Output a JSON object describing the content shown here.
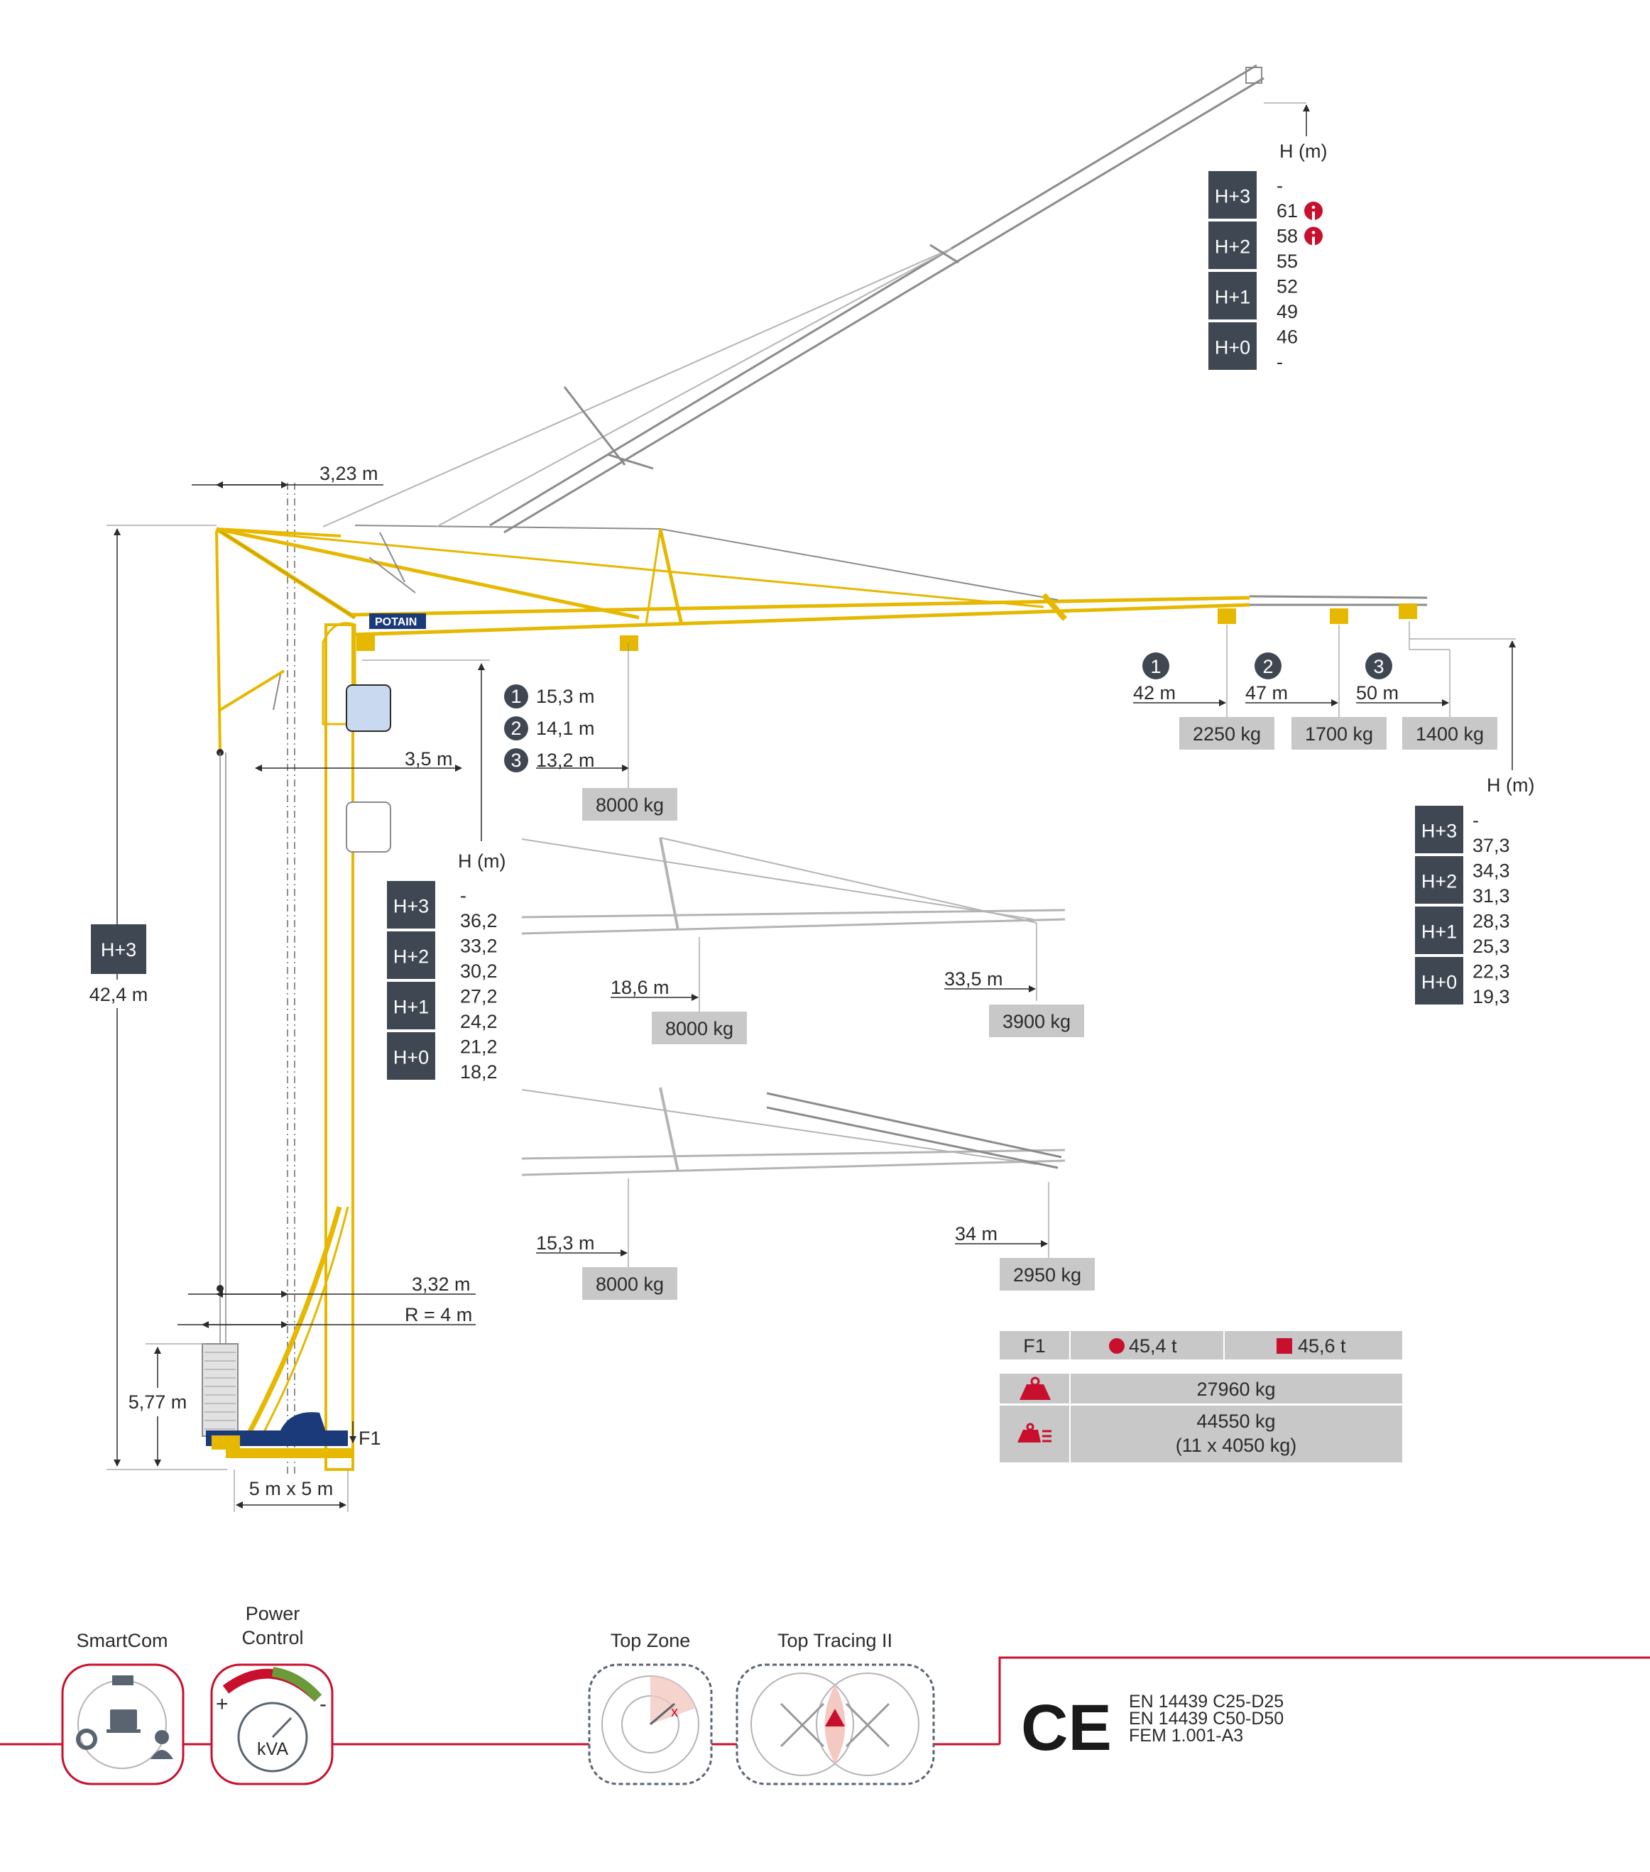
{
  "main_crane": {
    "tower_height_badge": "H+3",
    "tower_height": "42,4 m",
    "offset_top": "3,23 m",
    "cab_offset": "3,5 m",
    "base_offset": "3,32 m",
    "radius": "R = 4 m",
    "ballast_height": "5,77 m",
    "base_size": "5 m x 5 m",
    "force_label": "F1",
    "logo_text": "POTAIN"
  },
  "hook_heights_under_jib": {
    "unit": "H (m)",
    "badges": [
      "H+3",
      "H+2",
      "H+1",
      "H+0"
    ],
    "values": [
      "-",
      "36,2",
      "33,2",
      "30,2",
      "27,2",
      "24,2",
      "21,2",
      "18,2"
    ]
  },
  "luffed_jib_heights": {
    "unit": "H (m)",
    "badges": [
      "H+3",
      "H+2",
      "H+1",
      "H+0"
    ],
    "values": [
      "-",
      "61",
      "58",
      "55",
      "52",
      "49",
      "46",
      "-"
    ],
    "info_marked": [
      "61",
      "58"
    ]
  },
  "jib_tip_heights": {
    "unit": "H (m)",
    "badges": [
      "H+3",
      "H+2",
      "H+1",
      "H+0"
    ],
    "values": [
      "-",
      "37,3",
      "34,3",
      "31,3",
      "28,3",
      "25,3",
      "22,3",
      "19,3"
    ]
  },
  "max_load": {
    "radii": [
      {
        "num": "1",
        "label": "15,3 m"
      },
      {
        "num": "2",
        "label": "14,1 m"
      },
      {
        "num": "3",
        "label": "13,2 m"
      }
    ],
    "load": "8000 kg"
  },
  "tip_loads": [
    {
      "num": "1",
      "radius": "42 m",
      "load": "2250 kg"
    },
    {
      "num": "2",
      "radius": "47 m",
      "load": "1700 kg"
    },
    {
      "num": "3",
      "radius": "50 m",
      "load": "1400 kg"
    }
  ],
  "config_b": {
    "r1": "18,6 m",
    "l1": "8000 kg",
    "r2": "33,5 m",
    "l2": "3900 kg"
  },
  "config_c": {
    "r1": "15,3 m",
    "l1": "8000 kg",
    "r2": "34 m",
    "l2": "2950 kg"
  },
  "loads_table": {
    "f1_label": "F1",
    "f1_circle": "45,4 t",
    "f1_square": "45,6 t",
    "mass": "27960 kg",
    "ballast": "44550 kg",
    "ballast_detail": "(11 x 4050 kg)"
  },
  "features": {
    "smartcom": "SmartCom",
    "power_control_1": "Power",
    "power_control_2": "Control",
    "kva": "kVA",
    "plus": "+",
    "minus": "-",
    "top_zone": "Top Zone",
    "top_tracing": "Top Tracing II",
    "ce_mark": "CE",
    "standards": [
      "EN 14439 C25-D25",
      "EN 14439 C50-D50",
      "FEM 1.001-A3"
    ]
  },
  "colors": {
    "crane_yellow": "#e6b800",
    "badge_dark": "#3f4852",
    "label_grey": "#c8c8c8",
    "accent_red": "#c8102e"
  }
}
